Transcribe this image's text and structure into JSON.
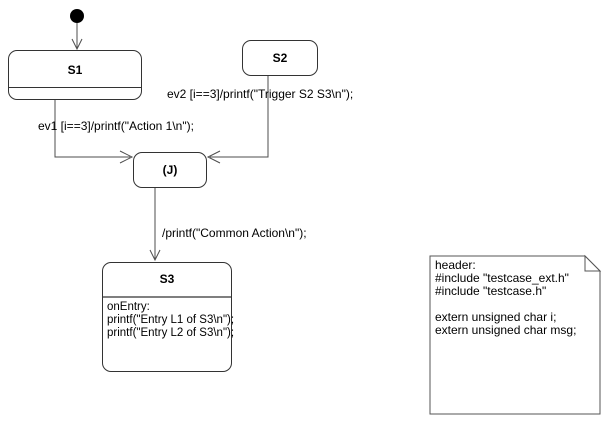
{
  "diagram": {
    "states": {
      "s1": {
        "label": "S1"
      },
      "s2": {
        "label": "S2"
      },
      "junction": {
        "label": "(J)"
      },
      "s3": {
        "label": "S3",
        "body_lines": [
          "onEntry:",
          "printf(\"Entry L1 of S3\\n\");",
          "printf(\"Entry L2 of S3\\n\");"
        ]
      }
    },
    "transitions": {
      "ev1_label": "ev1 [i==3]/printf(\"Action 1\\n\");",
      "ev2_label": "ev2 [i==3]/printf(\"Trigger S2 S3\\n\");",
      "common_label": "/printf(\"Common Action\\n\");"
    },
    "note": {
      "lines": [
        "header:",
        "#include \"testcase_ext.h\"",
        "#include \"testcase.h\"",
        "",
        "extern unsigned char i;",
        "extern unsigned char msg;"
      ]
    },
    "colors": {
      "background": "#ffffff",
      "state_border": "#333333",
      "connector": "#4d4d4d",
      "s3_divider": "#7f7f7f",
      "initial_dot": "#000000",
      "note_border": "#555555"
    }
  }
}
